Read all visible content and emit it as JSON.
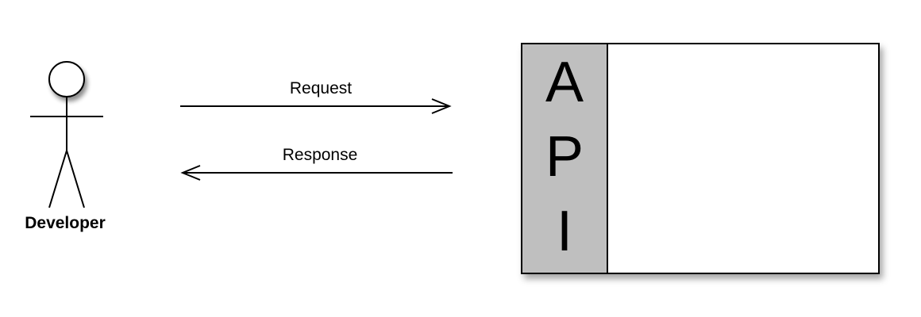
{
  "actor": {
    "label": "Developer"
  },
  "arrows": {
    "request_label": "Request",
    "response_label": "Response"
  },
  "api": {
    "letters": [
      "A",
      "P",
      "I"
    ],
    "side_color": "#bfbfbf"
  }
}
